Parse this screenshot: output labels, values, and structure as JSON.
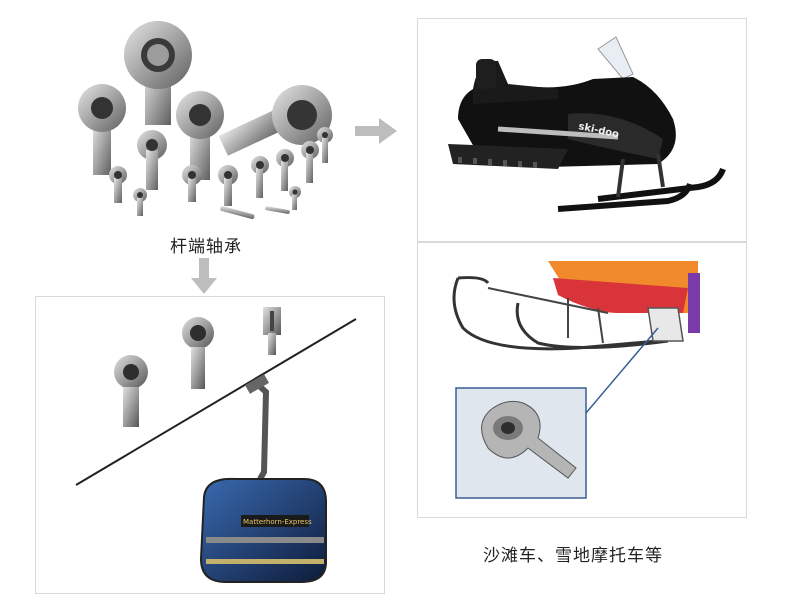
{
  "labels": {
    "rod_end_bearing": "杆端轴承",
    "applications": "沙滩车、雪地摩托车等"
  },
  "gondola": {
    "sign": "Matterhorn-Express"
  },
  "snowmobile": {
    "brand": "ski-doo"
  },
  "colors": {
    "arrow": "#bdbdbd",
    "panel_border": "#d9d9d9",
    "metal": "#9a9a9a",
    "callout_border": "#3a5f93",
    "callout_bg": "#dfe6ee",
    "sled_orange": "#f08a2a",
    "sled_red": "#d8343a"
  }
}
